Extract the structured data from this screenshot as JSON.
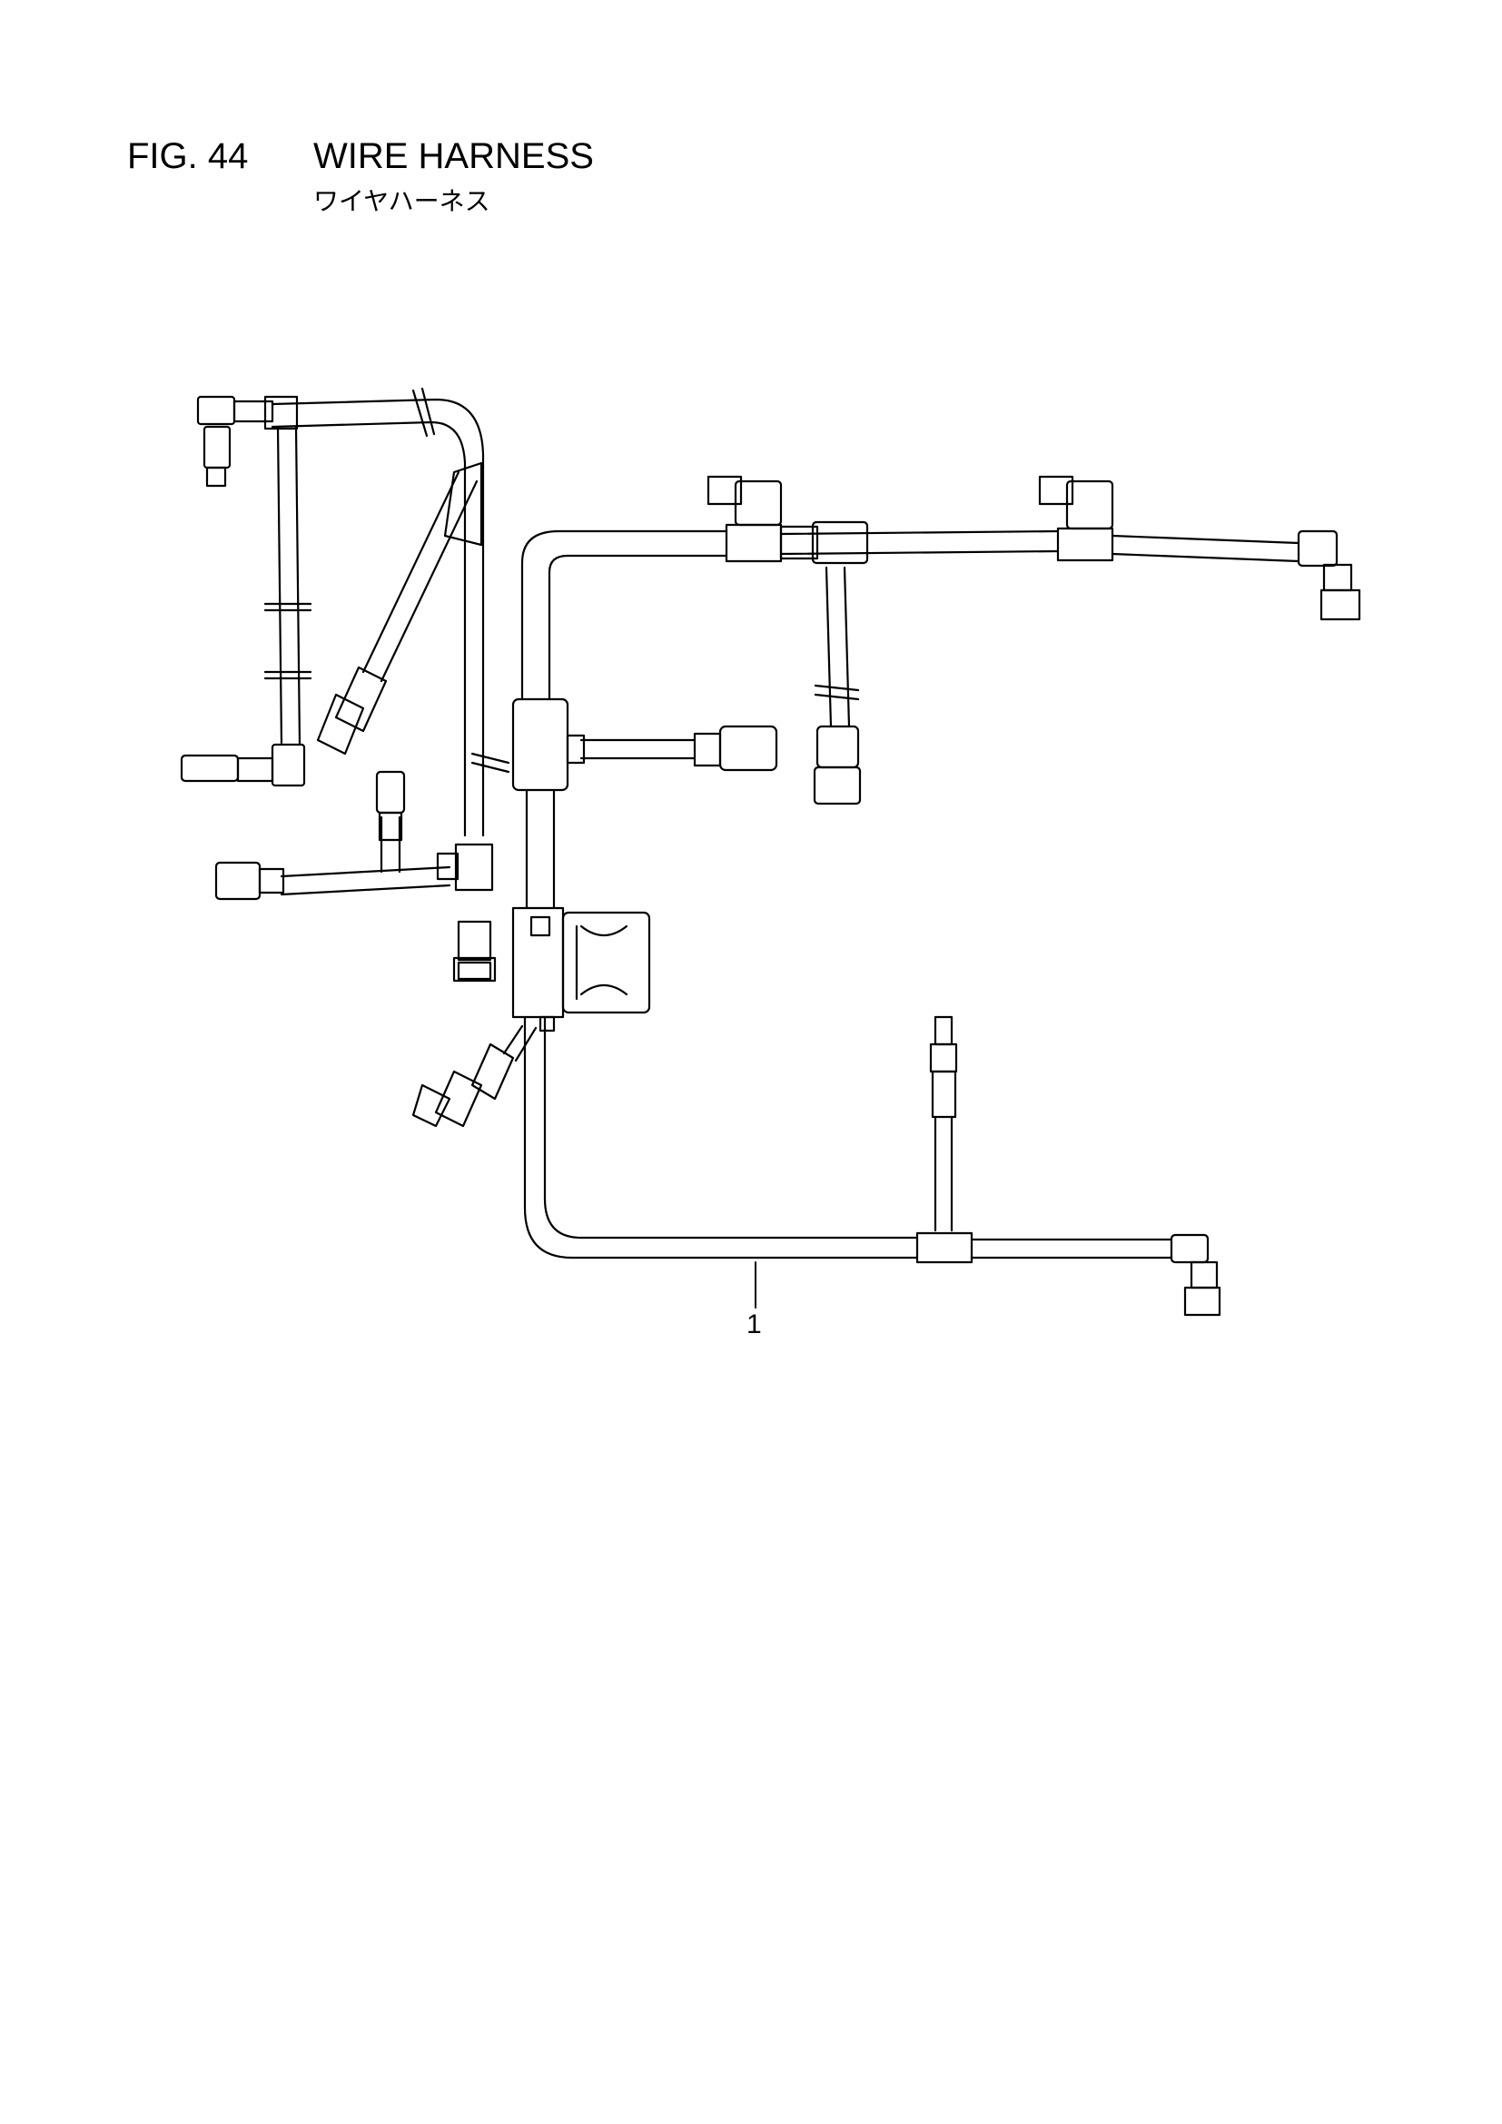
{
  "header": {
    "figure_number": "FIG. 44",
    "title": "WIRE HARNESS",
    "subtitle": "ワイヤハーネス"
  },
  "callouts": [
    {
      "label": "1"
    }
  ],
  "colors": {
    "line": "#000000",
    "background": "#ffffff"
  }
}
